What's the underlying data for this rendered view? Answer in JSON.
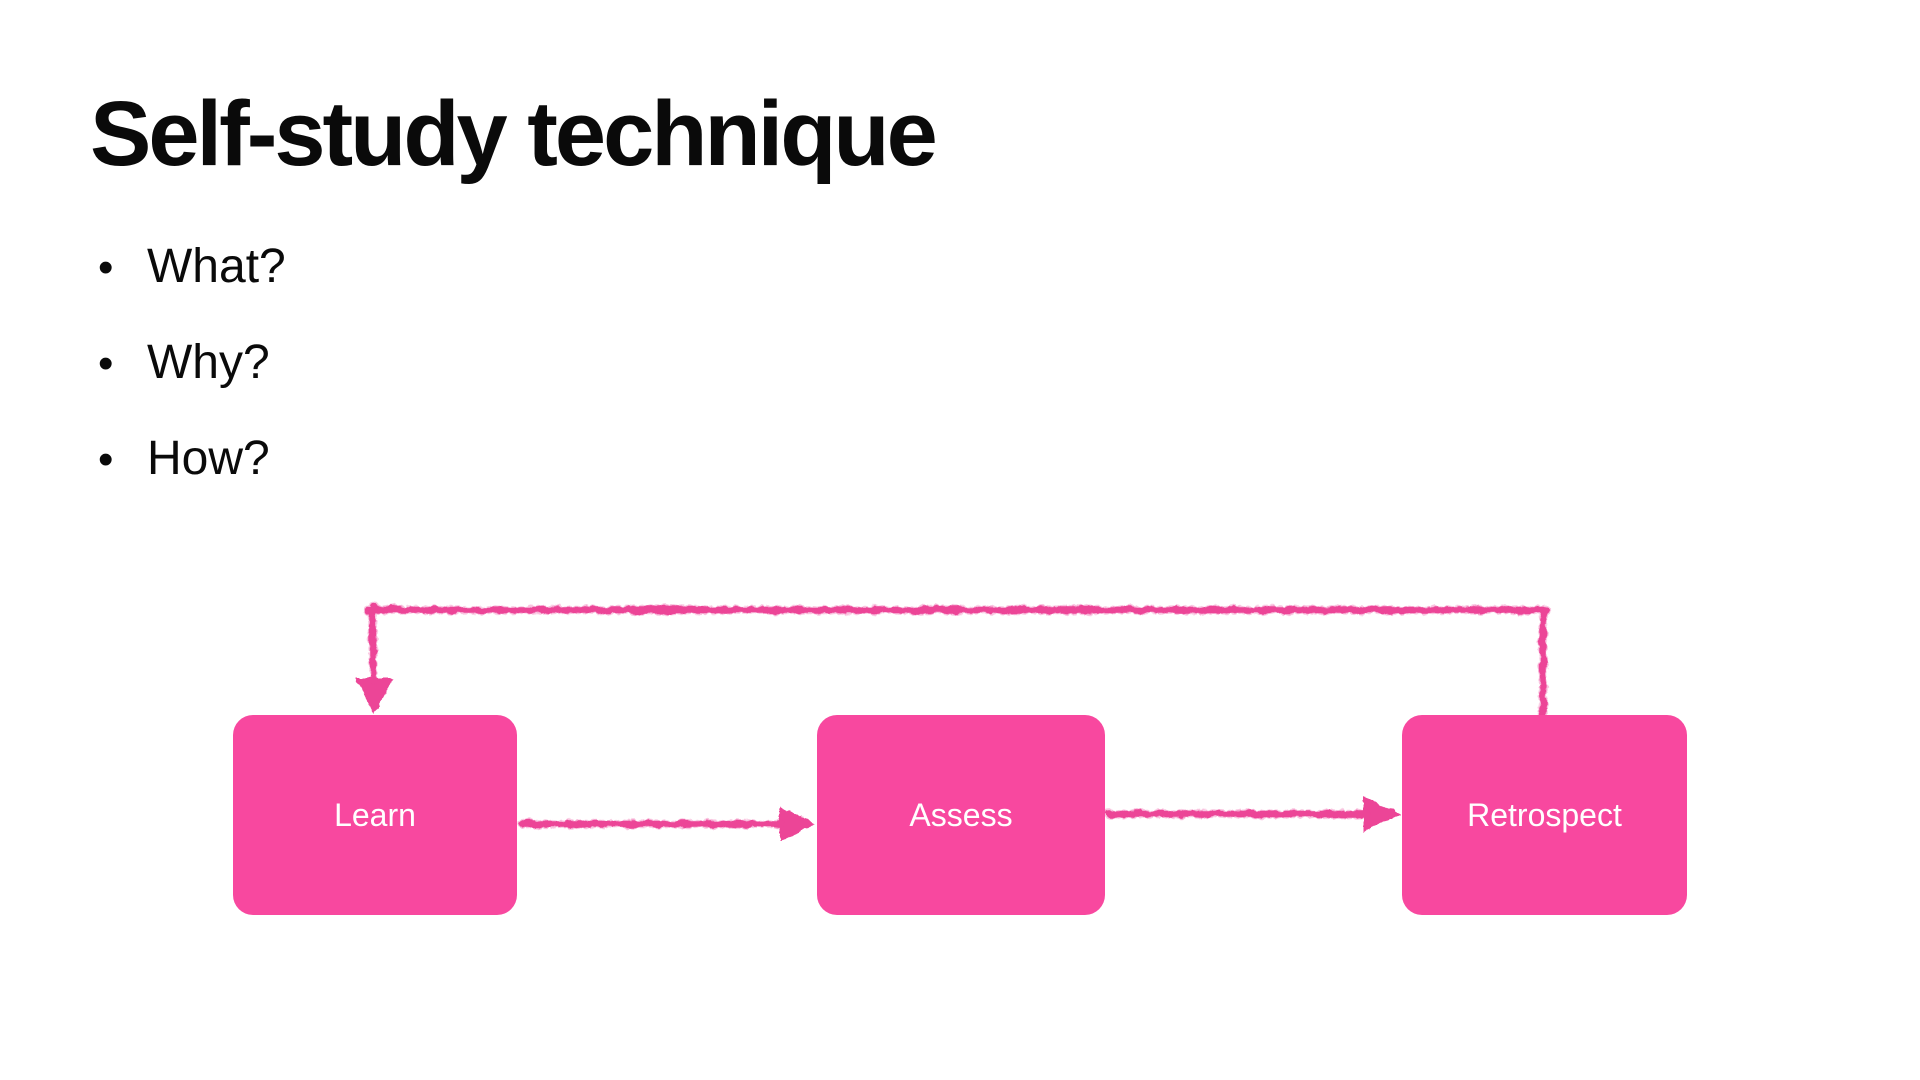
{
  "slide": {
    "title": "Self-study technique",
    "bullet_glyph": "•",
    "bullets": [
      "What?",
      "Why?",
      "How?"
    ],
    "background_color": "#FFFFFF",
    "text_color": "#0A0A0A"
  },
  "diagram": {
    "type": "flowchart",
    "nodes": [
      {
        "id": "learn",
        "label": "Learn"
      },
      {
        "id": "assess",
        "label": "Assess"
      },
      {
        "id": "retrospect",
        "label": "Retrospect"
      }
    ],
    "edges": [
      {
        "from": "learn",
        "to": "assess",
        "style": "forward-arrow"
      },
      {
        "from": "assess",
        "to": "retrospect",
        "style": "forward-arrow"
      },
      {
        "from": "retrospect",
        "to": "learn",
        "style": "feedback-loop-over-top"
      }
    ],
    "colors": {
      "node_fill": "#F8489F",
      "connector": "#EC4497",
      "node_text": "#FFFFFF"
    },
    "stroke_style": "hand-drawn-crayon"
  }
}
